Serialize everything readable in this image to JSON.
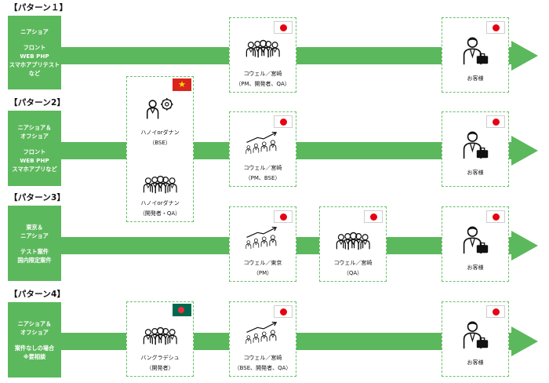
{
  "patterns": [
    {
      "title": "【パターン１】",
      "label_top": [
        "ニアショア"
      ],
      "label_bottom": [
        "フロント",
        "WEB PHP",
        "スマホアプリテスト",
        "など"
      ],
      "boxes": [
        {
          "flag": "jp",
          "icon": "team-icon",
          "lines": [
            "コウェル／宮崎",
            "（PM、開発者、QA）"
          ]
        },
        {
          "flag": "jp",
          "icon": "customer-icon",
          "lines": [
            "お客様"
          ]
        }
      ]
    },
    {
      "title": "【パターン2】",
      "label_top": [
        "ニアショア＆",
        "オフショア"
      ],
      "label_bottom": [
        "フロント",
        "WEB PHP",
        "スマホアプリなど"
      ],
      "boxes": [
        {
          "flag": "vn",
          "icon": "engineer-gear-icon",
          "lines": [
            "ハノイorダナン",
            "（BSE）"
          ],
          "icon2": "team-icon",
          "lines2": [
            "ハノイorダナン",
            "（開発者・QA）"
          ]
        },
        {
          "flag": "jp",
          "icon": "growth-team-icon",
          "lines": [
            "コウェル／宮崎",
            "（PM、BSE）"
          ]
        },
        {
          "flag": "jp",
          "icon": "customer-icon",
          "lines": [
            "お客様"
          ]
        }
      ]
    },
    {
      "title": "【パターン3】",
      "label_top": [
        "東京＆",
        "ニアショア"
      ],
      "label_bottom": [
        "テスト案件",
        "国内限定案件"
      ],
      "boxes": [
        {
          "flag": "jp",
          "icon": "growth-team-icon",
          "lines": [
            "コウェル／東京",
            "（PM）"
          ]
        },
        {
          "flag": "jp",
          "icon": "team-icon",
          "lines": [
            "コウェル／宮崎",
            "（QA）"
          ]
        },
        {
          "flag": "jp",
          "icon": "customer-icon",
          "lines": [
            "お客様"
          ]
        }
      ]
    },
    {
      "title": "【パターン4】",
      "label_top": [
        "ニアショア＆",
        "オフショア"
      ],
      "label_bottom": [
        "案件なしの場合",
        "※要相談"
      ],
      "boxes": [
        {
          "flag": "bd",
          "icon": "team-icon",
          "lines": [
            "バングラデシュ",
            "（開発者）"
          ]
        },
        {
          "flag": "jp",
          "icon": "growth-team-icon",
          "lines": [
            "コウェル／宮崎",
            "（BSE、開発者、QA）"
          ]
        },
        {
          "flag": "jp",
          "icon": "customer-icon",
          "lines": [
            "お客様"
          ]
        }
      ]
    }
  ],
  "colors": {
    "band": "#5cb85c",
    "box_border": "#6abf6a"
  }
}
